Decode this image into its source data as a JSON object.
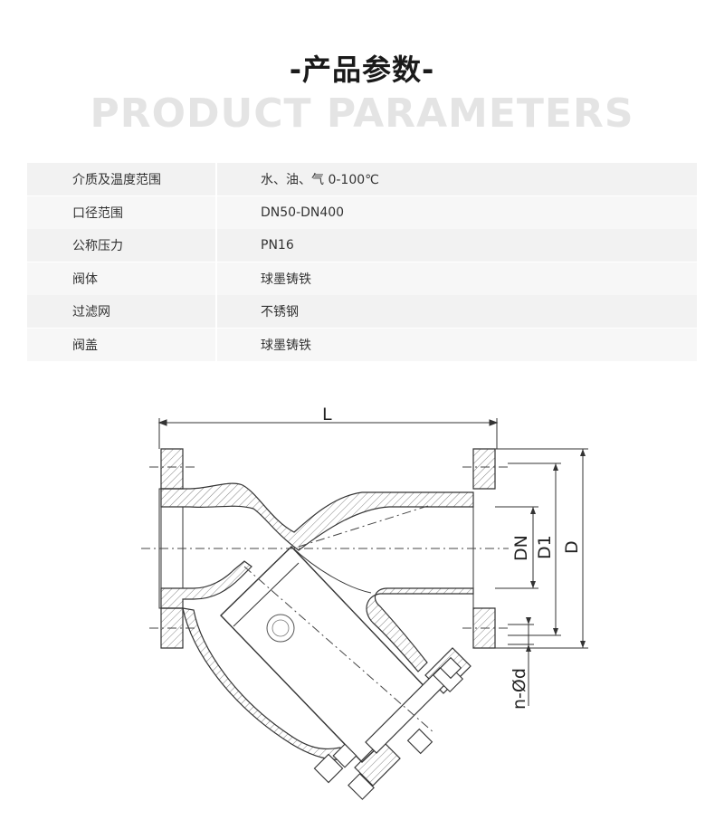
{
  "header": {
    "title_cn": "-产品参数-",
    "title_en": "PRODUCT PARAMETERS"
  },
  "parameters": [
    {
      "label": "介质及温度范围",
      "value": "水、油、气  0-100℃"
    },
    {
      "label": "口径范围",
      "value": "DN50-DN400"
    },
    {
      "label": "公称压力",
      "value": "PN16"
    },
    {
      "label": "阀体",
      "value": "球墨铸铁"
    },
    {
      "label": "过滤网",
      "value": "不锈钢"
    },
    {
      "label": "阀盖",
      "value": "球墨铸铁"
    }
  ],
  "diagram": {
    "dim_L": "L",
    "dim_DN": "DN",
    "dim_D1": "D1",
    "dim_D": "D",
    "dim_nd": "n-Ød",
    "colors": {
      "line": "#333333",
      "dash": "#444444",
      "hatch": "#666666"
    }
  }
}
